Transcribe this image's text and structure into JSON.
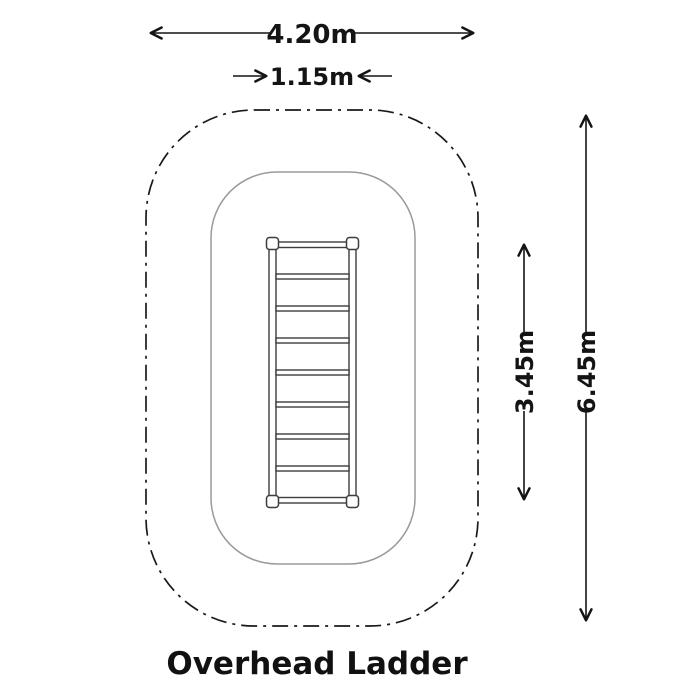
{
  "title": "Overhead Ladder",
  "dimensions": {
    "outer_width": "4.20m",
    "ladder_width": "1.15m",
    "ladder_length": "3.45m",
    "outer_length": "6.45m"
  },
  "ladder": {
    "rung_count": 7
  },
  "colors": {
    "line": "#141414",
    "safety_zone": "#1a1a1a",
    "equipment_zone": "#9a9a9a",
    "ladder": "#3d3d3d"
  }
}
